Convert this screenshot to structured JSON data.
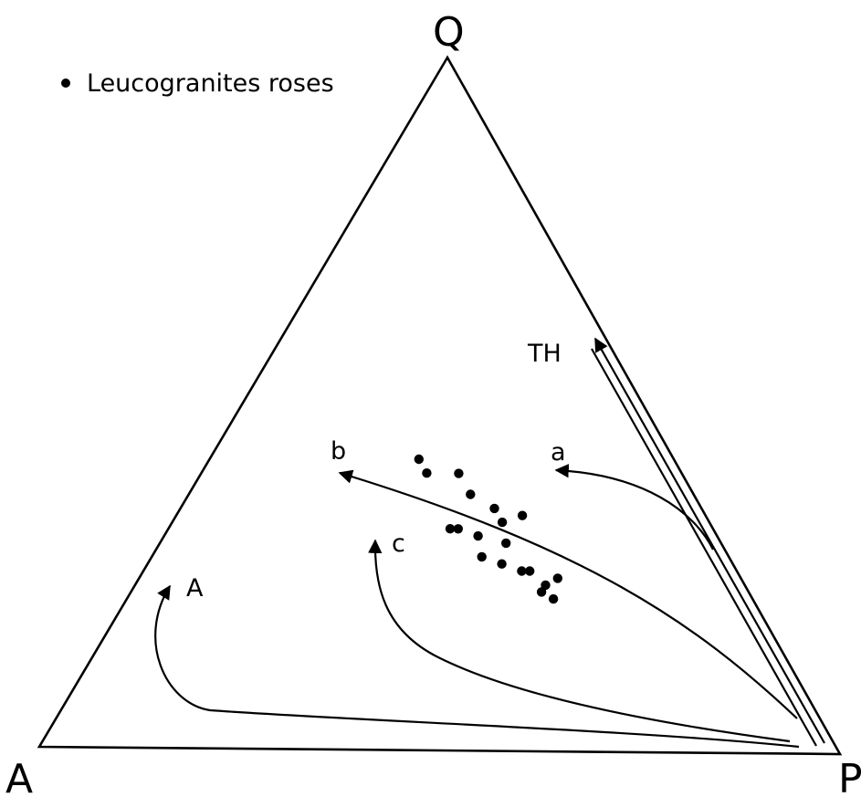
{
  "chart_data": {
    "type": "scatter",
    "diagram": "ternary",
    "vertices": {
      "top": "Q",
      "left": "A",
      "right": "P"
    },
    "legend": [
      {
        "marker": "filled-circle",
        "label": "Leucogranites roses"
      }
    ],
    "legend_position": "top-left",
    "series": [
      {
        "name": "Leucogranites roses",
        "note": "ternary percentages Q / A / P, estimated",
        "points": [
          {
            "Q": 42,
            "A": 32,
            "P": 26
          },
          {
            "Q": 40,
            "A": 32,
            "P": 28
          },
          {
            "Q": 40,
            "A": 28,
            "P": 32
          },
          {
            "Q": 37,
            "A": 28,
            "P": 35
          },
          {
            "Q": 35,
            "A": 26,
            "P": 39
          },
          {
            "Q": 34,
            "A": 23,
            "P": 43
          },
          {
            "Q": 33,
            "A": 26,
            "P": 41
          },
          {
            "Q": 32,
            "A": 33,
            "P": 35
          },
          {
            "Q": 32,
            "A": 32,
            "P": 36
          },
          {
            "Q": 31,
            "A": 30,
            "P": 39
          },
          {
            "Q": 30,
            "A": 27,
            "P": 43
          },
          {
            "Q": 28,
            "A": 31,
            "P": 41
          },
          {
            "Q": 27,
            "A": 29,
            "P": 44
          },
          {
            "Q": 26,
            "A": 27,
            "P": 47
          },
          {
            "Q": 26,
            "A": 26,
            "P": 48
          },
          {
            "Q": 25,
            "A": 23,
            "P": 52
          },
          {
            "Q": 24,
            "A": 25,
            "P": 51
          },
          {
            "Q": 23,
            "A": 26,
            "P": 51
          },
          {
            "Q": 22,
            "A": 25,
            "P": 53
          }
        ]
      }
    ],
    "trends": [
      {
        "label": "TH"
      },
      {
        "label": "a"
      },
      {
        "label": "b"
      },
      {
        "label": "c"
      },
      {
        "label": "A"
      }
    ]
  }
}
